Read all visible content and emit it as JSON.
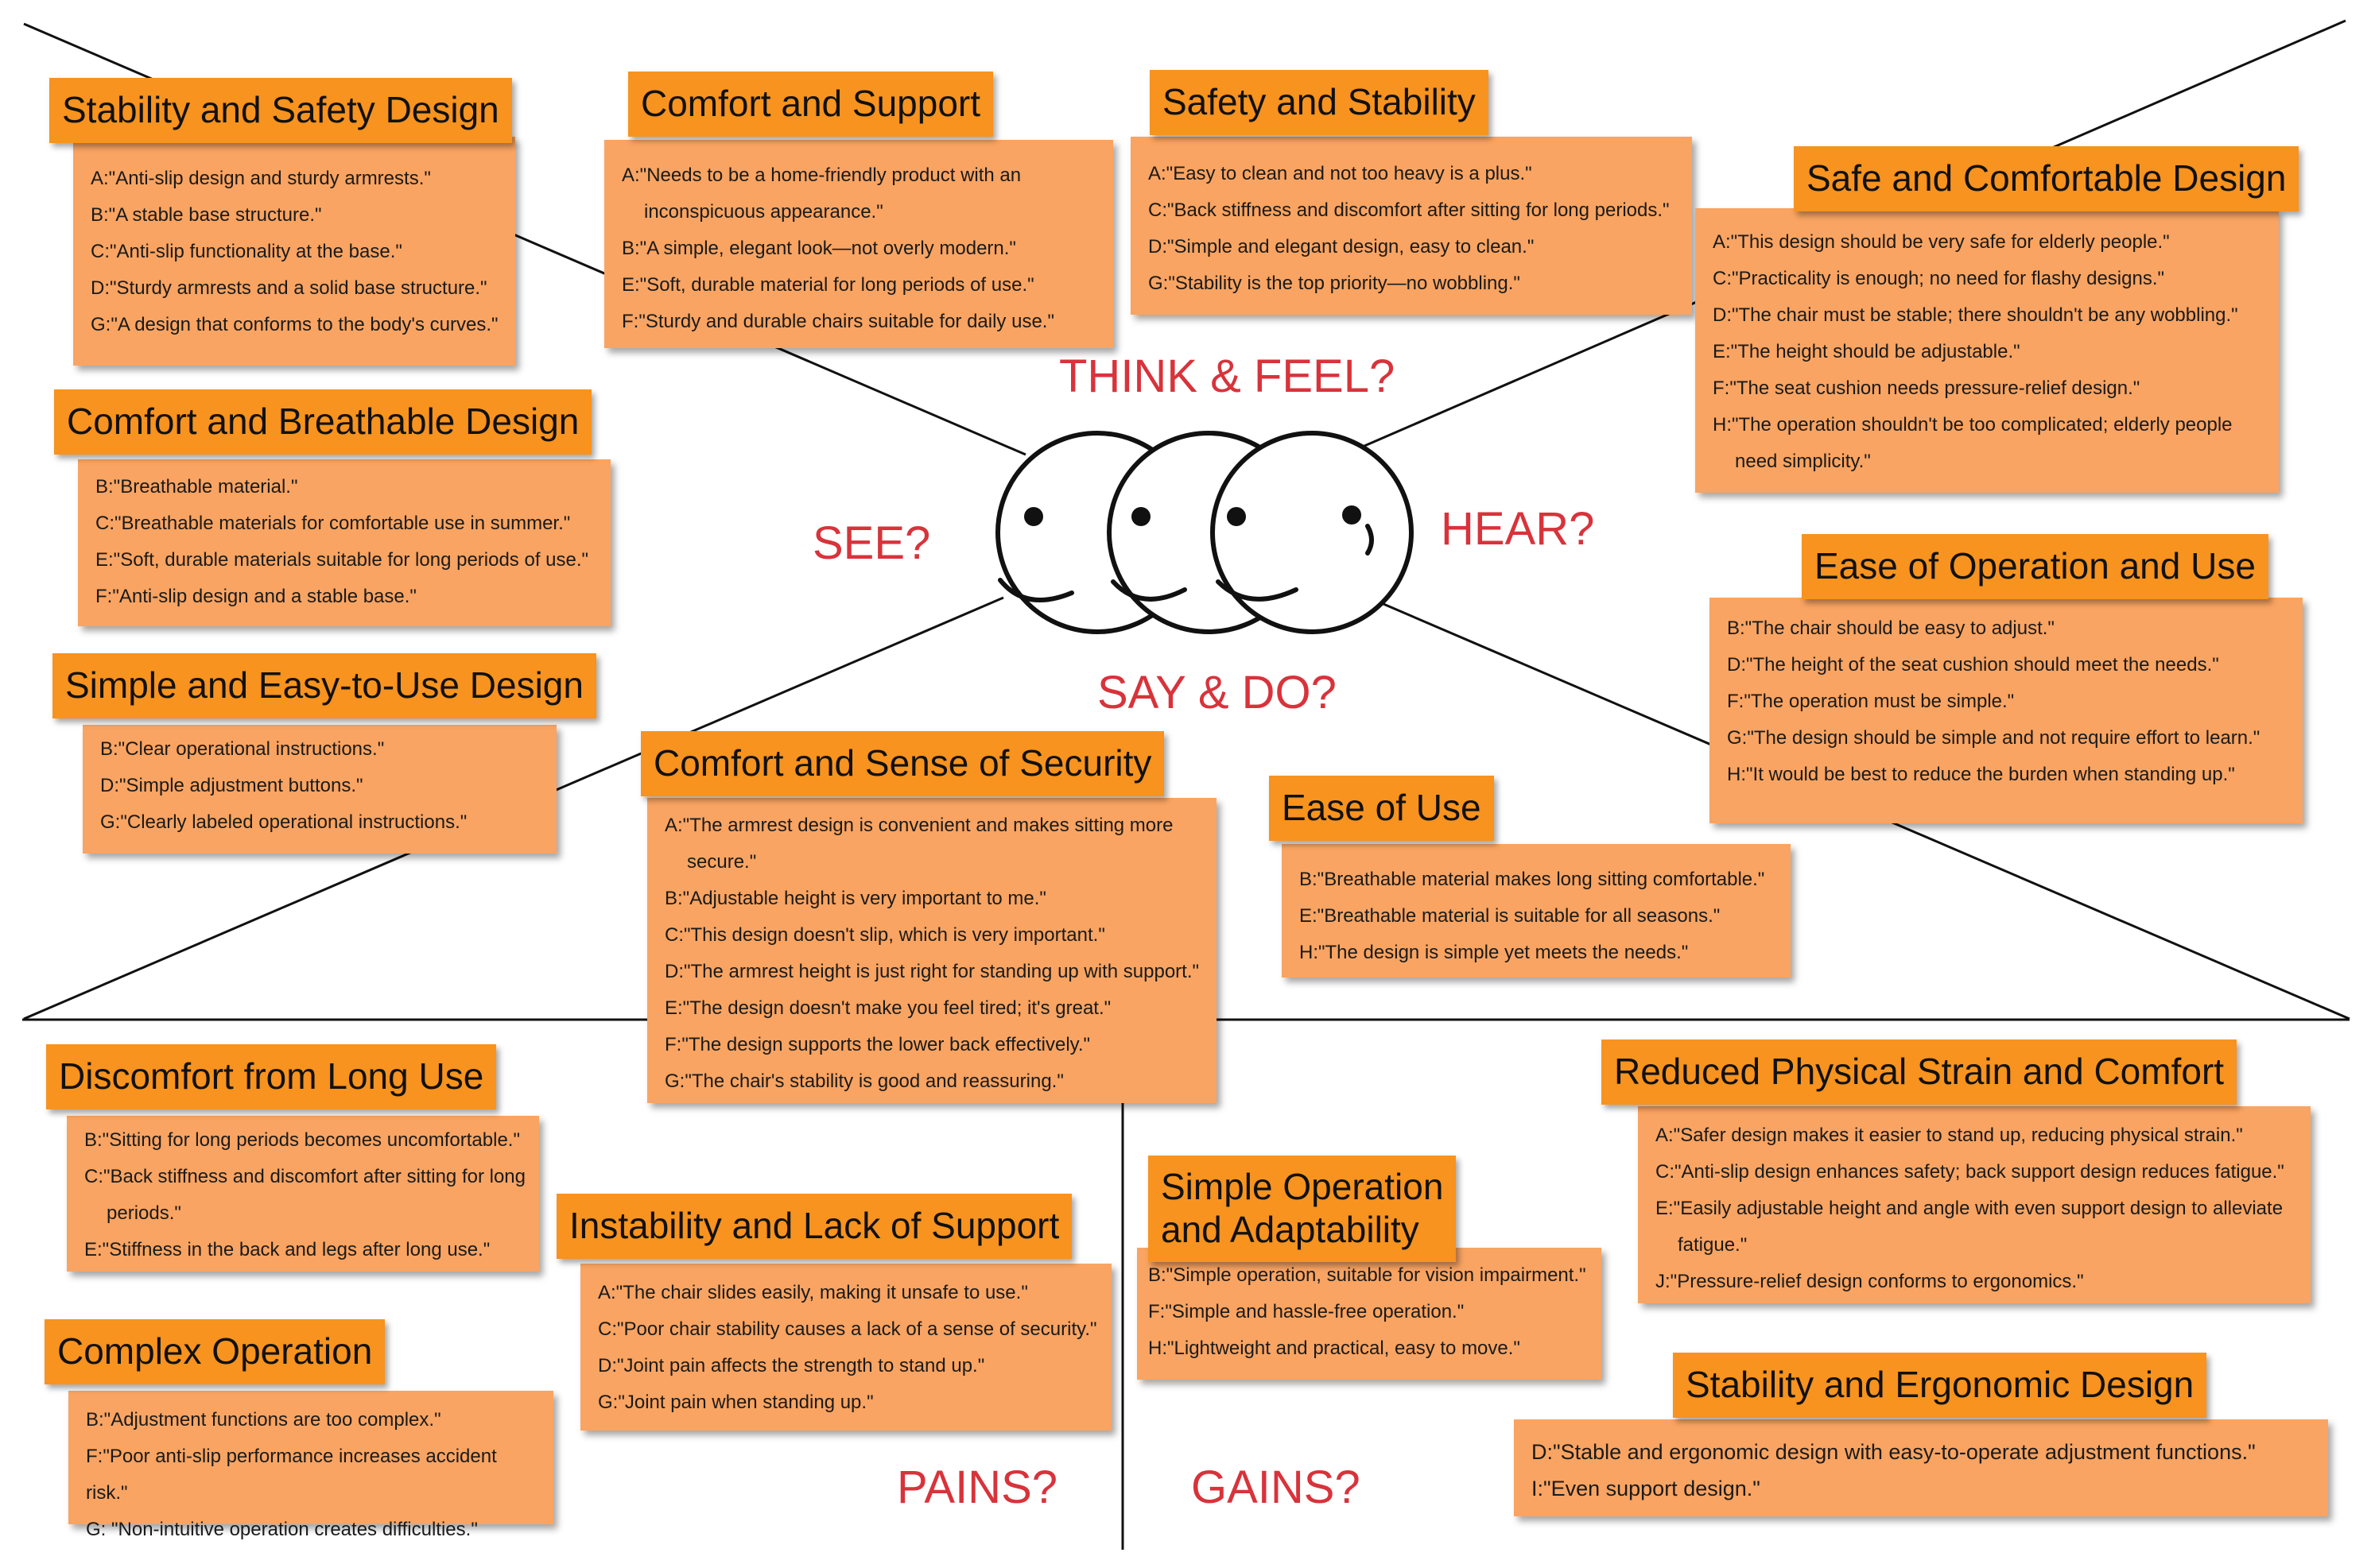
{
  "labels": {
    "think": "THINK & FEEL?",
    "see": "SEE?",
    "hear": "HEAR?",
    "say": "SAY & DO?",
    "pains": "PAINS?",
    "gains": "GAINS?"
  },
  "cards": [
    {
      "title": "Stability and Safety Design",
      "items": [
        "A:\"Anti-slip design and sturdy armrests.\"",
        "B:\"A stable base structure.\"",
        "C:\"Anti-slip functionality at the base.\"",
        "D:\"Sturdy armrests and a solid base structure.\"",
        "G:\"A design that conforms to the body's curves.\""
      ]
    },
    {
      "title": "Comfort and Support",
      "items": [
        "A:\"Needs to be a home-friendly product with an",
        "inconspicuous appearance.\"",
        "B:\"A simple, elegant look—not overly modern.\"",
        "E:\"Soft, durable material for long periods of use.\"",
        "F:\"Sturdy and durable chairs suitable for daily use.\""
      ]
    },
    {
      "title": "Safety and Stability",
      "items": [
        "A:\"Easy to clean and not too heavy is a plus.\"",
        "C:\"Back stiffness and discomfort after sitting for long periods.\"",
        "D:\"Simple and elegant design, easy to clean.\"",
        "G:\"Stability is the top priority—no wobbling.\""
      ]
    },
    {
      "title": "Safe and Comfortable Design",
      "items": [
        "A:\"This design should be very safe for elderly people.\"",
        "C:\"Practicality is enough; no need for flashy designs.\"",
        "D:\"The chair must be stable; there shouldn't be any wobbling.\"",
        "E:\"The height should be adjustable.\"",
        "F:\"The seat cushion needs pressure-relief design.\"",
        "H:\"The operation shouldn't be too complicated; elderly people",
        "need simplicity.\""
      ]
    },
    {
      "title": "Comfort and Breathable Design",
      "items": [
        "B:\"Breathable material.\"",
        "C:\"Breathable materials for comfortable use in summer.\"",
        "E:\"Soft, durable materials suitable for long periods of use.\"",
        "F:\"Anti-slip design and a stable base.\""
      ]
    },
    {
      "title": "Ease of Operation and Use",
      "items": [
        "B:\"The chair should be easy to adjust.\"",
        "D:\"The height of the seat cushion should meet the needs.\"",
        "F:\"The operation must be simple.\"",
        "G:\"The design should be simple and not require effort to learn.\"",
        "H:\"It would be best to reduce the burden when standing up.\""
      ]
    },
    {
      "title": "Simple and Easy-to-Use Design",
      "items": [
        "B:\"Clear operational instructions.\"",
        "D:\"Simple adjustment buttons.\"",
        "G:\"Clearly labeled operational instructions.\""
      ]
    },
    {
      "title": "Comfort and Sense of Security",
      "items": [
        "A:\"The armrest design is convenient and makes sitting more",
        "secure.\"",
        "B:\"Adjustable height is very important to me.\"",
        "C:\"This design doesn't slip, which is very important.\"",
        "D:\"The armrest height is just right for standing up with support.\"",
        "E:\"The design doesn't make you feel tired; it's great.\"",
        "F:\"The design supports the lower back effectively.\"",
        "G:\"The chair's stability is good and reassuring.\""
      ]
    },
    {
      "title": "Ease of Use",
      "items": [
        "B:\"Breathable material makes long sitting comfortable.\"",
        "E:\"Breathable material is suitable for all seasons.\"",
        "H:\"The design is simple yet meets the needs.\""
      ]
    },
    {
      "title": "Discomfort from Long Use",
      "items": [
        "B:\"Sitting for long periods becomes uncomfortable.\"",
        "C:\"Back stiffness and discomfort after sitting for long",
        "periods.\"",
        "E:\"Stiffness in the back and legs after long use.\""
      ]
    },
    {
      "title": "Instability and Lack of Support",
      "items": [
        "A:\"The chair slides easily, making it unsafe to use.\"",
        "C:\"Poor chair stability causes a lack of a sense of security.\"",
        "D:\"Joint pain affects the strength to stand up.\"",
        "G:\"Joint pain when standing up.\""
      ]
    },
    {
      "title": "Complex Operation",
      "items": [
        "B:\"Adjustment functions are too complex.\"",
        "F:\"Poor anti-slip performance increases accident risk.\"",
        "G: \"Non-intuitive operation creates difficulties.\""
      ]
    },
    {
      "title": "Simple Operation\nand Adaptability",
      "items": [
        "B:\"Simple operation, suitable for vision impairment.\"",
        "F:\"Simple and hassle-free operation.\"",
        "H:\"Lightweight and practical, easy to move.\""
      ]
    },
    {
      "title": "Reduced Physical Strain and Comfort",
      "items": [
        "A:\"Safer design makes it easier to stand up, reducing physical strain.\"",
        "C:\"Anti-slip design enhances safety; back support design reduces fatigue.\"",
        "E:\"Easily adjustable height and angle with even support design to alleviate",
        "fatigue.\"",
        "J:\"Pressure-relief design conforms to ergonomics.\""
      ]
    },
    {
      "title": "Stability and Ergonomic Design",
      "items": [
        "D:\"Stable and ergonomic design with easy-to-operate adjustment functions.\"",
        "I:\"Even support design.\""
      ]
    }
  ]
}
